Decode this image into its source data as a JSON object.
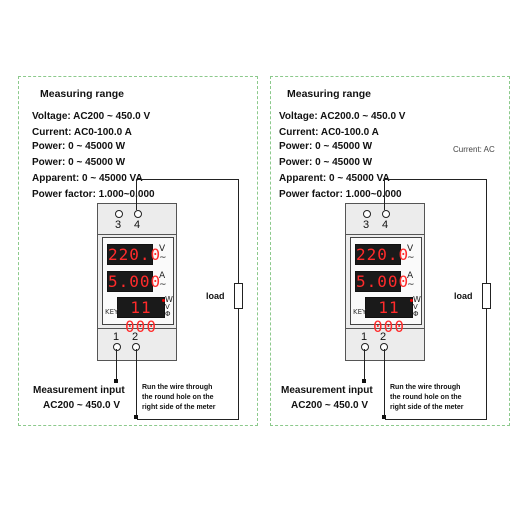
{
  "panels": [
    {
      "title": "Measuring range",
      "specs": [
        "Voltage: AC200 ~ 450.0 V",
        "Current: AC0-100.0 A",
        "Power: 0 ~ 45000 W",
        "Power: 0 ~ 45000 W",
        "Apparent: 0 ~ 45000 VA",
        "Power factor: 1.000~0.000"
      ],
      "terminals_top": [
        "3",
        "4"
      ],
      "terminals_bottom": [
        "1",
        "2"
      ],
      "displays": [
        "220.0",
        "5.000",
        "11 000"
      ],
      "units": [
        "V~",
        "A~",
        "W",
        "VΦ"
      ],
      "key_label": "KEY",
      "load_label": "load",
      "measurement_label": "Measurement input",
      "measurement_range": "AC200 ~ 450.0 V",
      "wire_note": [
        "Run the wire through",
        "the round hole on the",
        "right side of the meter"
      ]
    },
    {
      "title": "Measuring range",
      "specs": [
        "Voltage: AC200.0 ~ 450.0 V",
        "Current: AC0-100.0 A",
        "Power: 0 ~ 45000 W",
        "Power: 0 ~ 45000 W",
        "Apparent: 0 ~ 45000 VA",
        "Power factor: 1.000~0.000"
      ],
      "overlap_text": "Current: AC",
      "terminals_top": [
        "3",
        "4"
      ],
      "terminals_bottom": [
        "1",
        "2"
      ],
      "displays": [
        "220.0",
        "5.000",
        "11 000"
      ],
      "units": [
        "V~",
        "A~",
        "W",
        "VΦ"
      ],
      "key_label": "KEY",
      "load_label": "load",
      "measurement_label": "Measurement input",
      "measurement_range": "AC200 ~ 450.0 V",
      "wire_note": [
        "Run the wire through",
        "the round hole on the",
        "right side of the meter"
      ]
    }
  ],
  "colors": {
    "border": "#8cc98c",
    "display_text": "#ff2b2b",
    "display_bg": "#1a1a1a"
  }
}
